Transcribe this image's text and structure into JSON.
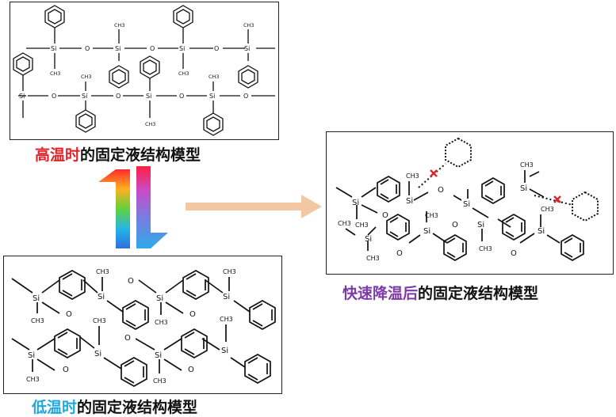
{
  "atoms": {
    "si": "Si",
    "o": "O",
    "methyl": "CH3"
  },
  "captions": {
    "high": {
      "highlight": "高温时",
      "rest": "的固定液结构模型"
    },
    "low": {
      "highlight": "低温时",
      "rest": "的固定液结构模型"
    },
    "quench": {
      "highlight": "快速降温后",
      "rest": "的固定液结构模型"
    }
  },
  "colors": {
    "high_highlight": "#e0232b",
    "low_highlight": "#1ea8e0",
    "quench_highlight": "#7d3aa6",
    "cross_mark": "#e0232b",
    "arrow": "#f4c7a3"
  },
  "icons": [
    "rainbow-equilibrium-arrows-icon",
    "right-arrow-icon",
    "cross-mark-icon",
    "benzene-ring-icon",
    "dotted-ring-icon"
  ]
}
